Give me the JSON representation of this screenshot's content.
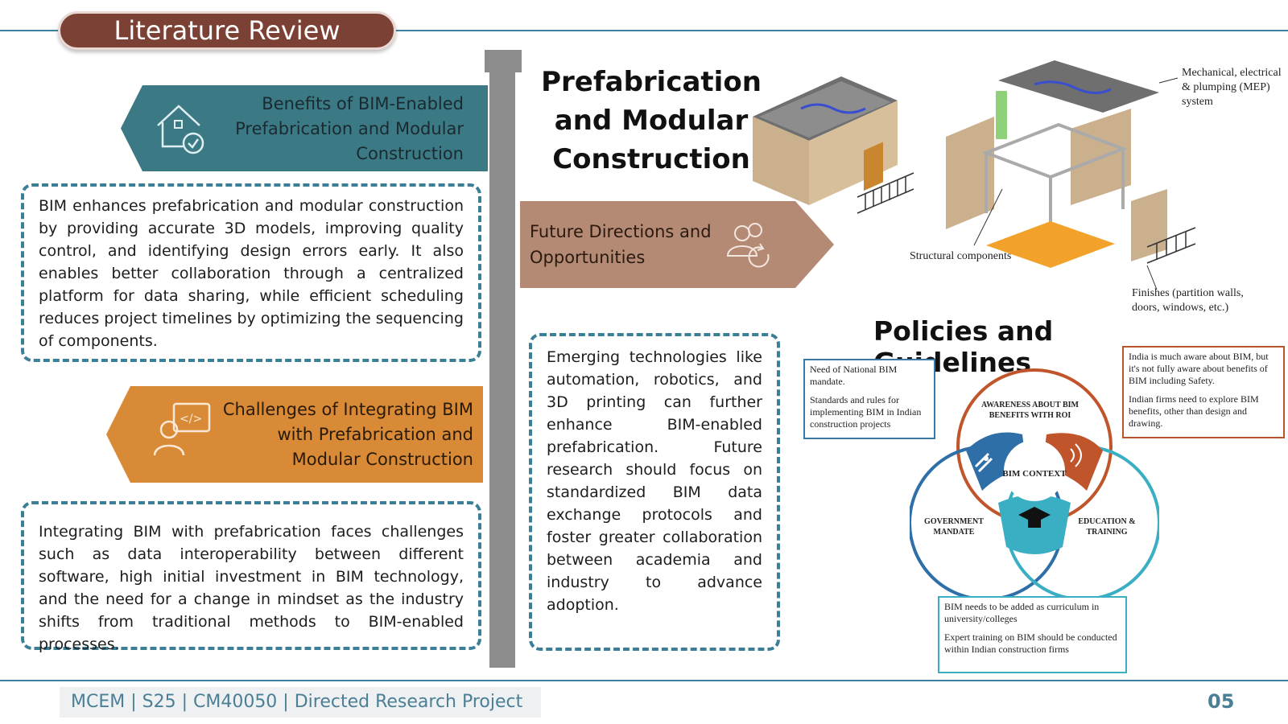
{
  "header": {
    "title": "Literature Review"
  },
  "left": {
    "benefits": {
      "title": "Benefits of BIM-Enabled Prefabrication and Modular Construction",
      "body": "BIM enhances prefabrication and modular construction by providing accurate 3D models, improving quality control, and identifying design errors early. It also enables better collaboration through a centralized platform for data sharing, while efficient scheduling reduces project timelines by optimizing the sequencing of components.",
      "icon": "house-check-icon"
    },
    "challenges": {
      "title": "Challenges of Integrating BIM with Prefabrication and Modular Construction",
      "body": "Integrating BIM with prefabrication faces challenges such as data interoperability between different software, high initial investment in BIM technology, and the need for a change in mindset as the industry shifts from traditional methods to BIM-enabled processes.",
      "icon": "developer-icon"
    }
  },
  "center": {
    "title": "Prefabrication and Modular Construction",
    "future": {
      "title": "Future Directions and Opportunities",
      "body": "Emerging technologies like automation, robotics, and 3D printing can further enhance BIM-enabled prefabrication. Future research should focus on standardized BIM data exchange protocols and foster greater collaboration between academia and industry to advance adoption.",
      "icon": "people-refresh-icon"
    }
  },
  "module_diagram": {
    "labels": {
      "mep": "Mechanical, electrical & plumping (MEP) system",
      "structural": "Structural components",
      "finishes": "Finishes (partition walls, doors, windows, etc.)"
    }
  },
  "policies": {
    "title": "Policies and Guidelines",
    "center": "BIM CONTEXT",
    "segments": {
      "awareness": "AWARENESS ABOUT BIM BENEFITS WITH ROI",
      "government": "GOVERNMENT MANDATE",
      "education": "EDUCATION & TRAINING"
    },
    "notes": {
      "left": [
        "Need of National BIM mandate.",
        "Standards and rules for implementing BIM in Indian construction projects"
      ],
      "right": [
        "India is much aware about BIM, but it's not fully aware about benefits of BIM including Safety.",
        "Indian firms need to explore BIM benefits, other than design and drawing."
      ],
      "bottom": [
        "BIM needs to be added as curriculum in university/colleges",
        "Expert training on BIM should be conducted within Indian construction firms"
      ]
    },
    "colors": {
      "blue": "#2f6fa8",
      "orange": "#c0552b",
      "cyan": "#3aaec2"
    }
  },
  "footer": {
    "course": "MCEM | S25 | CM40050 | Directed Research Project",
    "page": "05"
  }
}
